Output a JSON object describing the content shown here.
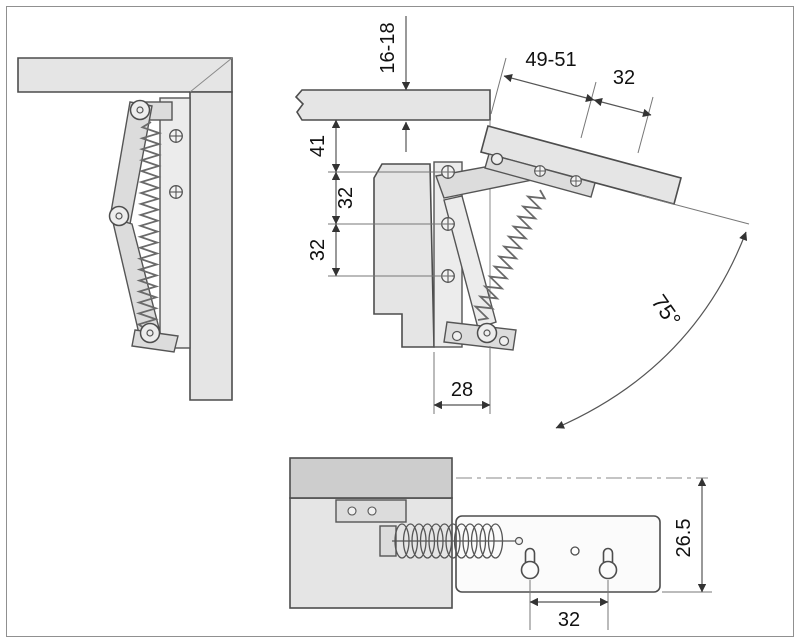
{
  "drawing": {
    "dims": {
      "board_thickness": "16-18",
      "flap_depth": "49-51",
      "flap_screw_offset": "32",
      "top_gap": "41",
      "hole_spacing_upper": "32",
      "hole_spacing_lower": "32",
      "pivot_setback": "28",
      "opening_angle": "75°",
      "plate_offset": "26.5",
      "slot_spacing": "32"
    },
    "colors": {
      "background": "#ffffff",
      "panel": "#e5e5e5",
      "panel_dark": "#cdcdcd",
      "outline": "#4d4d4d",
      "dimension_line": "#555555",
      "text": "#111111",
      "border": "#909090"
    }
  }
}
